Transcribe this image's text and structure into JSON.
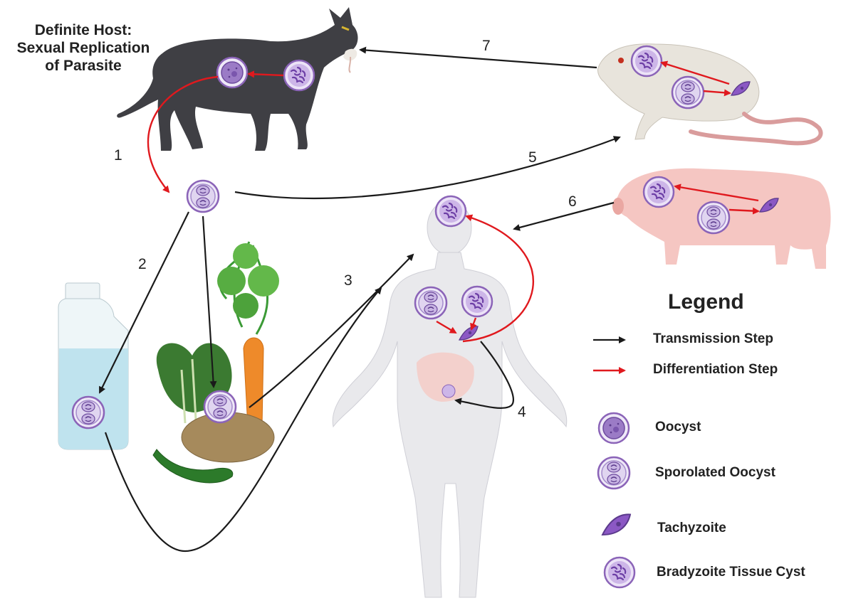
{
  "host_title": {
    "line1": "Definite Host:",
    "line2": "Sexual Replication",
    "line3": "of Parasite"
  },
  "steps": [
    "1",
    "2",
    "3",
    "4",
    "5",
    "6",
    "7"
  ],
  "legend": {
    "title": "Legend",
    "items": [
      {
        "label": "Transmission Step",
        "icon": "black-arrow-icon"
      },
      {
        "label": "Differentiation Step",
        "icon": "red-arrow-icon"
      },
      {
        "label": "Oocyst",
        "icon": "oocyst-icon"
      },
      {
        "label": "Sporolated Oocyst",
        "icon": "sporulated-oocyst-icon"
      },
      {
        "label": "Tachyzoite",
        "icon": "tachyzoite-icon"
      },
      {
        "label": "Bradyzoite Tissue Cyst",
        "icon": "bradyzoite-cyst-icon"
      }
    ]
  },
  "colors": {
    "transmission": "#1a1a1a",
    "differentiation": "#e0191e",
    "parasite": "#8b64b8",
    "cyst_fill": "#e4dcf2",
    "cat": "#3f3f44",
    "rat": "#e8e4dc",
    "pig": "#f5c6c2",
    "human": "#e9e9ec",
    "water": "#bfe3ee"
  }
}
